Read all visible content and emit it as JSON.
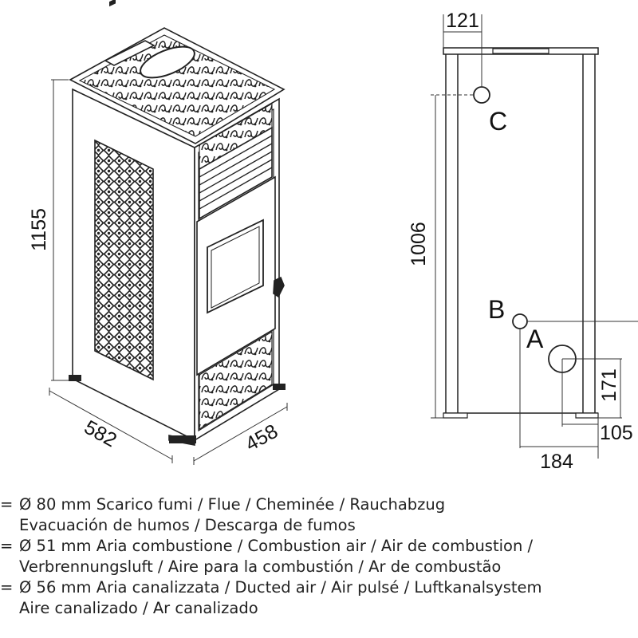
{
  "dimensions": {
    "height_total": "1155",
    "depth": "582",
    "width": "458",
    "flue_from_back": "121",
    "flue_height": "1006",
    "ducted_from_back": "105",
    "ducted_height": "171",
    "ducted_side": "184"
  },
  "connection_labels": {
    "a": "A",
    "b": "B",
    "c": "C"
  },
  "legend": [
    {
      "marker": "=",
      "line1": "Ø 80 mm  Scarico fumi / Flue / Cheminée / Rauchabzug",
      "line2": "Evacuación de humos / Descarga de fumos"
    },
    {
      "marker": "=",
      "line1": "Ø 51 mm  Aria combustione / Combustion air / Air de combustion /",
      "line2": "Verbrennungsluft / Aire para la combustión / Ar de combustão"
    },
    {
      "marker": "=",
      "line1": "Ø 56 mm  Aria canalizzata / Ducted air / Air pulsé / Luftkanalsystem",
      "line2": "Aire canalizado / Ar canalizado"
    }
  ]
}
